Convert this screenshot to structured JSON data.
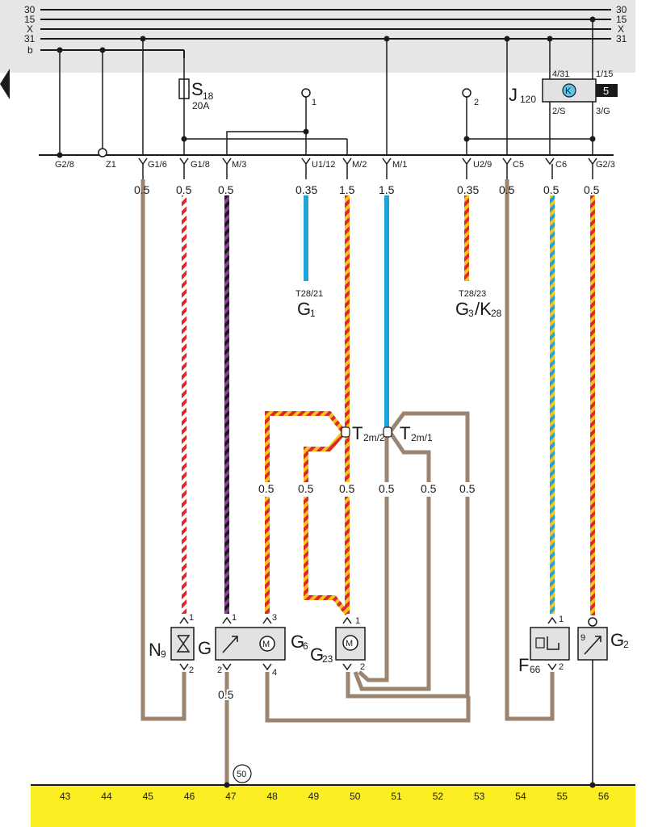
{
  "top_rails": [
    "30",
    "15",
    "X",
    "31",
    "b"
  ],
  "rails_right": [
    "30",
    "15",
    "X",
    "31"
  ],
  "fuse": {
    "name": "S",
    "sub": "18",
    "rating": "20A"
  },
  "relay": {
    "name": "J",
    "sub": "120",
    "pins": [
      "4/31",
      "1/15",
      "2/S",
      "3/G"
    ],
    "tab": "5",
    "symbol": "K"
  },
  "test_points": [
    "1",
    "2"
  ],
  "connector_labels": [
    "G2/8",
    "Z1",
    "G1/6",
    "G1/8",
    "M/3",
    "U1/12",
    "M/2",
    "M/1",
    "U2/9",
    "C5",
    "C6",
    "G2/3"
  ],
  "wire_cross_sections": [
    "0.5",
    "0.5",
    "0.5",
    "0.35",
    "1.5",
    "1.5",
    "0.35",
    "0.5",
    "0.5",
    "0.5"
  ],
  "g1": {
    "connector": "T28/21",
    "name": "G",
    "sub": "1"
  },
  "g3": {
    "connector": "T28/23",
    "name": "G",
    "sub3": "3",
    "slash": "/K",
    "sub28": "28"
  },
  "junctions": [
    {
      "name": "T",
      "sub": "2m/2"
    },
    {
      "name": "T",
      "sub": "2m/1"
    }
  ],
  "mid_sizes": [
    "0.5",
    "0.5",
    "0.5",
    "0.5",
    "0.5",
    "0.5"
  ],
  "components": {
    "n9": {
      "name": "N",
      "sub": "9",
      "pins": [
        "1",
        "2"
      ]
    },
    "g": {
      "name": "G",
      "pins": [
        "1",
        "2"
      ]
    },
    "g6": {
      "name": "G",
      "sub": "6",
      "pins": [
        "3",
        "4"
      ]
    },
    "g23": {
      "name": "G",
      "sub": "23",
      "pins": [
        "1",
        "2"
      ]
    },
    "f66": {
      "name": "F",
      "sub": "66",
      "pins": [
        "1",
        "2"
      ]
    },
    "g2": {
      "name": "G",
      "sub": "2",
      "pins": [
        "9"
      ]
    }
  },
  "ground_wire_size": "0.5",
  "ground_point": "50",
  "grid_numbers": [
    "43",
    "44",
    "45",
    "46",
    "47",
    "48",
    "49",
    "50",
    "51",
    "52",
    "53",
    "54",
    "55",
    "56"
  ],
  "colors": {
    "brown": "#9c8570",
    "red": "#e0262a",
    "white": "#ffffff",
    "yellow": "#f5c518",
    "blue": "#1fa3dc",
    "violet": "#8a3b96",
    "black": "#1a1a1a",
    "header_band": "#e6e6e6",
    "footer_band": "#fbee22"
  }
}
